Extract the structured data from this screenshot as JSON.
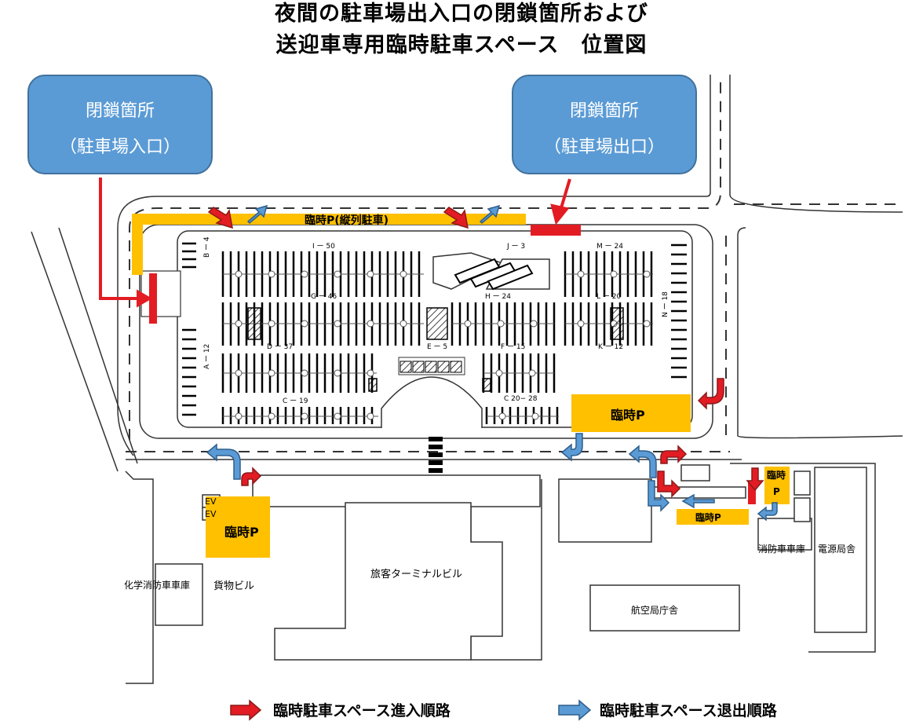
{
  "title": {
    "line1": "夜間の駐車場出入口の閉鎖箇所および",
    "line2": "送迎車専用臨時駐車スペース　位置図"
  },
  "callouts": {
    "entrance": {
      "line1": "閉鎖箇所",
      "line2": "（駐車場入口）"
    },
    "exit": {
      "line1": "閉鎖箇所",
      "line2": "（駐車場出口）"
    }
  },
  "temp_parking": {
    "tandem": "臨時P(縦列駐車)",
    "east": "臨時P",
    "cargo": "臨時P",
    "right_top": "臨時",
    "right_p": "P",
    "right_bottom": "臨時P"
  },
  "zones": {
    "I": "I ー 50",
    "J": "J ー 3",
    "M": "M ー 24",
    "G": "G ー 46",
    "H": "H ー 24",
    "L": "L ー 20",
    "D": "D ー 37",
    "E": "E ー 5",
    "F": "F ー 15",
    "K": "K ー 12",
    "C": "C ー 19",
    "C2": "C 20− 28",
    "B": "B ー 4",
    "A": "A ー 12",
    "N": "N ー 18"
  },
  "buildings": {
    "terminal": "旅客ターミナルビル",
    "cargo": "貨物ビル",
    "chem_fire": "化学消防車車庫",
    "aviation": "航空局庁舎",
    "fire": "消防車車庫",
    "power": "電源局舎",
    "ev1": "EV",
    "ev2": "EV"
  },
  "legend": {
    "entry": {
      "label": "臨時駐車スペース進入順路",
      "color": "#e31c23"
    },
    "exit": {
      "label": "臨時駐車スペース退出順路",
      "color": "#5b9bd5"
    }
  },
  "colors": {
    "closure": "#e31c23",
    "temp_parking": "#ffc000",
    "callout": "#5b9bd5"
  }
}
